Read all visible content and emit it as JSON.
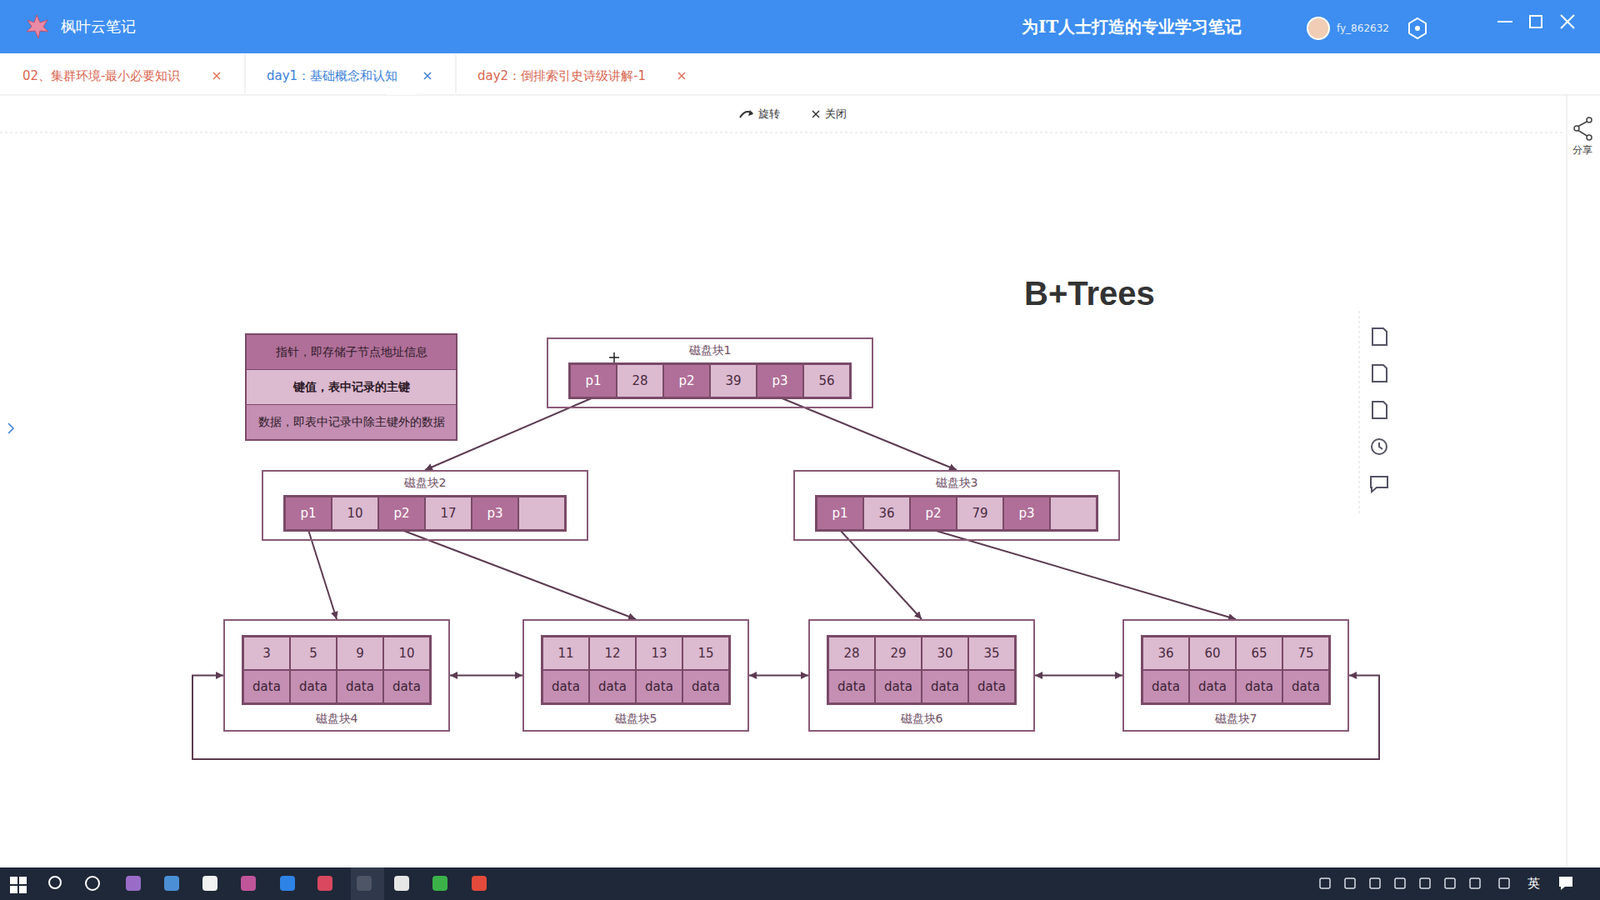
{
  "diagram": {
    "title": "B+Trees",
    "nodes": [
      {
        "text": [
          "磁盘块1"
        ]
      },
      {
        "text": [
          "p1"
        ],
        "in": 0
      },
      {
        "text": [
          "28"
        ],
        "in": 0
      },
      {
        "text": [
          "p2"
        ],
        "in": 0
      },
      {
        "text": [
          "39"
        ],
        "in": 0
      },
      {
        "text": [
          "p3"
        ],
        "in": 0
      },
      {
        "text": [
          "56"
        ],
        "in": 0
      },
      {
        "text": [
          "磁盘块2"
        ]
      },
      {
        "text": [
          "p1"
        ],
        "in": 7
      },
      {
        "text": [
          "10"
        ],
        "in": 7
      },
      {
        "text": [
          "p2"
        ],
        "in": 7
      },
      {
        "text": [
          "17"
        ],
        "in": 7
      },
      {
        "text": [
          "p3"
        ],
        "in": 7
      },
      {
        "text": [
          "磁盘块3"
        ]
      },
      {
        "text": [
          "p1"
        ],
        "in": 13
      },
      {
        "text": [
          "36"
        ],
        "in": 13
      },
      {
        "text": [
          "p2"
        ],
        "in": 13
      },
      {
        "text": [
          "79"
        ],
        "in": 13
      },
      {
        "text": [
          "p3"
        ],
        "in": 13
      },
      {
        "text": [
          "磁盘块4"
        ]
      },
      {
        "text": [
          "3"
        ],
        "in": 19
      },
      {
        "text": [
          "5"
        ],
        "in": 19
      },
      {
        "text": [
          "9"
        ],
        "in": 19
      },
      {
        "text": [
          "10"
        ],
        "in": 19
      },
      {
        "text": [
          "data"
        ],
        "in": 19
      },
      {
        "text": [
          "data"
        ],
        "in": 19
      },
      {
        "text": [
          "data"
        ],
        "in": 19
      },
      {
        "text": [
          "data"
        ],
        "in": 19
      },
      {
        "text": [
          "磁盘块5"
        ]
      },
      {
        "text": [
          "11"
        ],
        "in": 28
      },
      {
        "text": [
          "12"
        ],
        "in": 28
      },
      {
        "text": [
          "13"
        ],
        "in": 28
      },
      {
        "text": [
          "15"
        ],
        "in": 28
      },
      {
        "text": [
          "data"
        ],
        "in": 28
      },
      {
        "text": [
          "data"
        ],
        "in": 28
      },
      {
        "text": [
          "data"
        ],
        "in": 28
      },
      {
        "text": [
          "data"
        ],
        "in": 28
      },
      {
        "text": [
          "磁盘块6"
        ]
      },
      {
        "text": [
          "28"
        ],
        "in": 37
      },
      {
        "text": [
          "29"
        ],
        "in": 37
      },
      {
        "text": [
          "30"
        ],
        "in": 37
      },
      {
        "text": [
          "35"
        ],
        "in": 37
      },
      {
        "text": [
          "data"
        ],
        "in": 37
      },
      {
        "text": [
          "data"
        ],
        "in": 37
      },
      {
        "text": [
          "data"
        ],
        "in": 37
      },
      {
        "text": [
          "data"
        ],
        "in": 37
      },
      {
        "text": [
          "磁盘块7"
        ]
      },
      {
        "text": [
          "36"
        ],
        "in": 46
      },
      {
        "text": [
          "60"
        ],
        "in": 46
      },
      {
        "text": [
          "65"
        ],
        "in": 46
      },
      {
        "text": [
          "75"
        ],
        "in": 46
      },
      {
        "text": [
          "data"
        ],
        "in": 46
      },
      {
        "text": [
          "data"
        ],
        "in": 46
      },
      {
        "text": [
          "data"
        ],
        "in": 46
      },
      {
        "text": [
          "data"
        ],
        "in": 46
      }
    ],
    "edges": [
      {
        "from": 1,
        "to": 7,
        "arrow": "to"
      },
      {
        "from": 5,
        "to": 13,
        "arrow": "to"
      },
      {
        "from": 8,
        "to": 19,
        "arrow": "to"
      },
      {
        "from": 10,
        "to": 28,
        "arrow": "to"
      },
      {
        "from": 14,
        "to": 37,
        "arrow": "to"
      },
      {
        "from": 16,
        "to": 46,
        "arrow": "to"
      },
      {
        "from": 19,
        "to": 28,
        "arrow": "both"
      },
      {
        "from": 28,
        "to": 37,
        "arrow": "both"
      },
      {
        "from": 37,
        "to": 46,
        "arrow": "both"
      },
      {
        "from": 19,
        "to": 46,
        "arrow": "both"
      }
    ],
    "labels": [
      "枫叶云笔记",
      "为IT人士打造的专业学习笔记",
      "fy_862632",
      "02、集群环境-最小必要知识",
      "day1：基础概念和认知",
      "day2：倒排索引史诗级讲解-1",
      "旋转",
      "关闭",
      "分享",
      "英"
    ],
    "legend": [
      {
        "text": "指针，即存储子节点地址信息",
        "color": "#b06f98"
      },
      {
        "text": "键值，表中记录的主键",
        "color": "#dcbad0"
      },
      {
        "text": "数据，即表中记录中除主键外的数据",
        "color": "#c48fb3"
      }
    ]
  }
}
